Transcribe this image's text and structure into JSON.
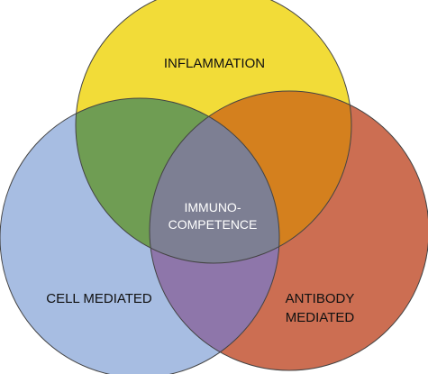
{
  "circles": {
    "inflammation": {
      "label": "INFLAMMATION",
      "color": "#f2dc38"
    },
    "cell_mediated": {
      "label": "CELL MEDIATED",
      "color": "#a7bde2"
    },
    "antibody_mediated": {
      "label_line1": "ANTIBODY",
      "label_line2": "MEDIATED",
      "color": "#cc6e52"
    }
  },
  "overlaps": {
    "inflammation_cell": {
      "color": "#6f9d53"
    },
    "inflammation_antibody": {
      "color": "#d4801e"
    },
    "cell_antibody": {
      "color": "#8e76aa"
    },
    "center": {
      "label_line1": "IMMUNO-",
      "label_line2": "COMPETENCE",
      "color": "#7d7f93"
    }
  },
  "outline_color": "#444444"
}
